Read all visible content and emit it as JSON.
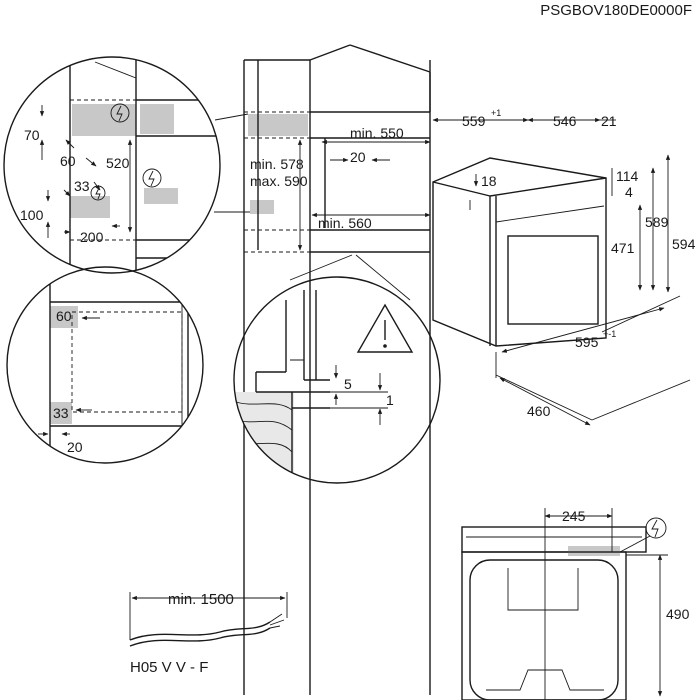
{
  "doc_code": "PSGBOV180DE0000F",
  "dims": {
    "d70": "70",
    "d60": "60",
    "d520": "520",
    "d33": "33",
    "d100": "100",
    "d200": "200",
    "d578": "min. 578",
    "d590": "max. 590",
    "d550": "min. 550",
    "d20": "20",
    "d560": "min. 560",
    "d559": "559",
    "d559_tol": "+1",
    "d546": "546",
    "d21": "21",
    "d18": "18",
    "d114": "114",
    "d4": "4",
    "d589": "589",
    "d594": "594",
    "d471": "471",
    "d595": "595",
    "d595_tol": "+-1",
    "d460": "460",
    "d5": "5",
    "d1": "1",
    "c60": "60",
    "c33": "33",
    "c20": "20",
    "d245": "245",
    "d490": "490",
    "cable_len": "min. 1500",
    "cable_type": "H05 V V - F"
  },
  "icons": [
    "electric-hazard-icon",
    "warning-triangle-icon"
  ],
  "colors": {
    "line": "#1a1a1a",
    "highlight": "#c8c8c8"
  }
}
